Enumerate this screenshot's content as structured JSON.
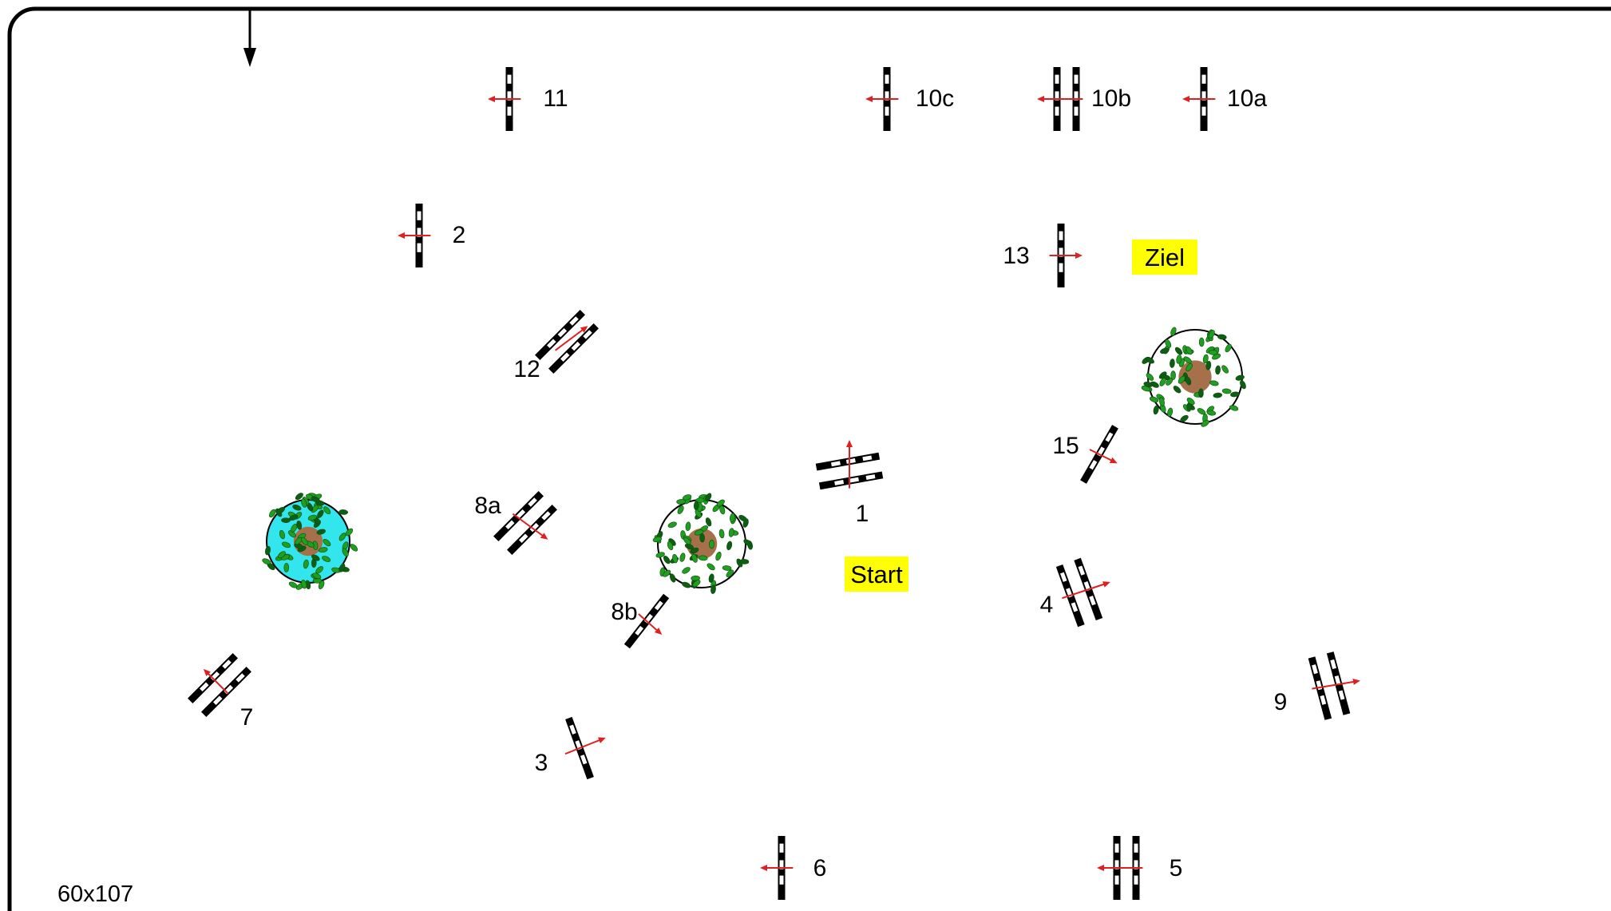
{
  "course_size": "60x107",
  "markers": {
    "start": "Start",
    "finish": "Ziel"
  },
  "obstacles": [
    {
      "id": "1",
      "label": "1",
      "kind": "oxer"
    },
    {
      "id": "2",
      "label": "2",
      "kind": "vertical"
    },
    {
      "id": "3",
      "label": "3",
      "kind": "vertical"
    },
    {
      "id": "4",
      "label": "4",
      "kind": "oxer"
    },
    {
      "id": "5",
      "label": "5",
      "kind": "oxer"
    },
    {
      "id": "6",
      "label": "6",
      "kind": "vertical"
    },
    {
      "id": "7",
      "label": "7",
      "kind": "oxer"
    },
    {
      "id": "8a",
      "label": "8a",
      "kind": "oxer"
    },
    {
      "id": "8b",
      "label": "8b",
      "kind": "vertical"
    },
    {
      "id": "9",
      "label": "9",
      "kind": "oxer"
    },
    {
      "id": "10a",
      "label": "10a",
      "kind": "vertical"
    },
    {
      "id": "10b",
      "label": "10b",
      "kind": "oxer"
    },
    {
      "id": "10c",
      "label": "10c",
      "kind": "vertical"
    },
    {
      "id": "11",
      "label": "11",
      "kind": "vertical"
    },
    {
      "id": "12",
      "label": "12",
      "kind": "oxer"
    },
    {
      "id": "13",
      "label": "13",
      "kind": "vertical"
    },
    {
      "id": "15",
      "label": "15",
      "kind": "vertical"
    }
  ],
  "plants": [
    {
      "id": "west-pond",
      "background": "#33e6ee"
    },
    {
      "id": "center",
      "background": "#ffffff"
    },
    {
      "id": "east",
      "background": "#ffffff"
    }
  ],
  "colors": {
    "arrow": "#e02020",
    "highlight": "#ffff00",
    "leaf": "#1f9e1f",
    "leaf_dark": "#0d5e12"
  }
}
